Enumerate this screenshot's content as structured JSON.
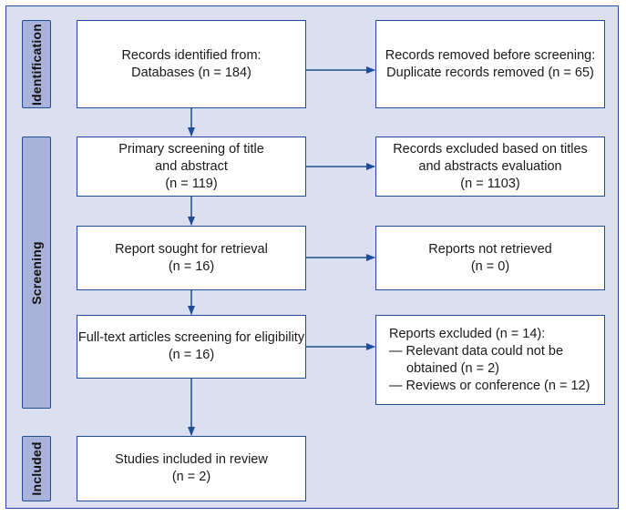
{
  "colors": {
    "frame_background": "#dcdfef",
    "phase_background": "#a9b2d8",
    "border": "#1f4e96",
    "arrow": "#1f4e96",
    "box_background": "#ffffff"
  },
  "phases": {
    "identification": "Identification",
    "screening": "Screening",
    "included": "Included"
  },
  "boxes": {
    "records_identified": {
      "lines": [
        "Records identified from:",
        "Databases (n = 184)"
      ]
    },
    "records_removed": {
      "lines": [
        "Records removed before screening:",
        "Duplicate records removed (n = 65)"
      ]
    },
    "primary_screening": {
      "lines": [
        "Primary screening of title",
        "and abstract",
        "(n = 119)"
      ]
    },
    "records_excluded": {
      "lines": [
        "Records excluded based on titles",
        "and abstracts evaluation",
        "(n = 1103)"
      ]
    },
    "report_sought": {
      "lines": [
        "Report sought for retrieval",
        "(n = 16)"
      ]
    },
    "reports_not_retrieved": {
      "lines": [
        "Reports not retrieved",
        "(n = 0)"
      ]
    },
    "fulltext_screening": {
      "lines": [
        "Full-text articles screening for eligibility",
        "(n = 16)"
      ]
    },
    "reports_excluded": {
      "lines": [
        "Reports excluded (n = 14):",
        "— Relevant data could not be",
        "obtained (n = 2)",
        "— Reviews or conference (n = 12)"
      ]
    },
    "studies_included": {
      "lines": [
        "Studies included in review",
        "(n = 2)"
      ]
    }
  }
}
